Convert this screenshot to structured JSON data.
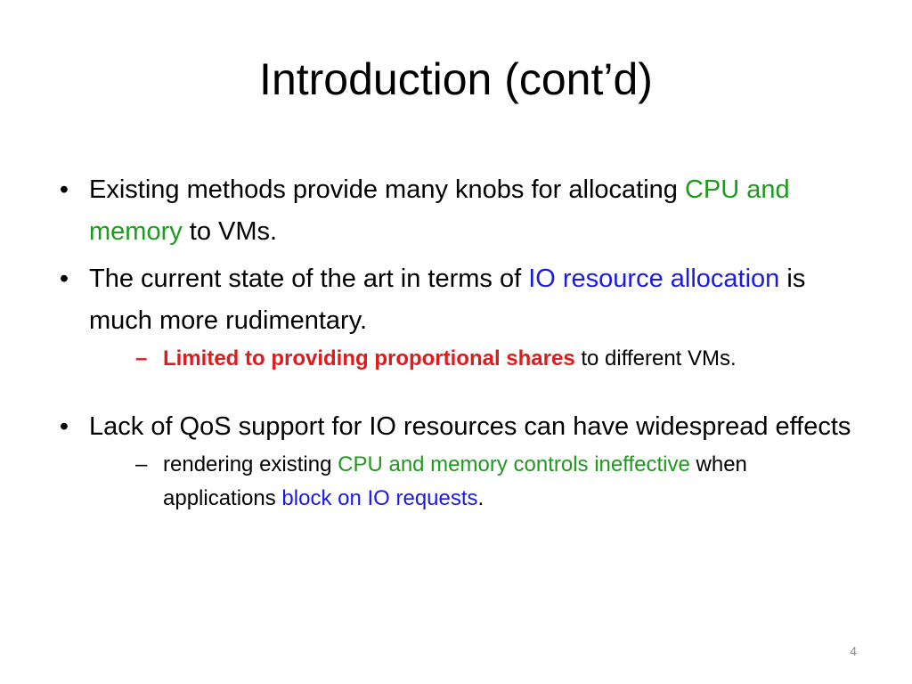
{
  "slide": {
    "title": "Introduction (cont’d)",
    "page_number": "4",
    "bullet_symbol": "•",
    "sub_bullet_symbol": "–",
    "colors": {
      "green": "#1f9a1f",
      "blue": "#1a1ae6",
      "red": "#e01b1b"
    }
  },
  "bullets": [
    {
      "part1": "Existing methods provide many knobs for allocating ",
      "green": "CPU and memory",
      "part2": " to VMs."
    },
    {
      "part1": "The current state of the art in terms of ",
      "blue": "IO resource allocation",
      "part2": " is much more rudimentary.",
      "sub": {
        "red": "Limited to providing proportional shares",
        "part2": " to different VMs."
      }
    },
    {
      "text": "Lack of QoS support for IO resources can have widespread effects",
      "sub": {
        "part1": "rendering existing ",
        "green": "CPU and memory controls ineffective",
        "part2": " when applications ",
        "blue": "block on IO requests",
        "part3": "."
      }
    }
  ]
}
